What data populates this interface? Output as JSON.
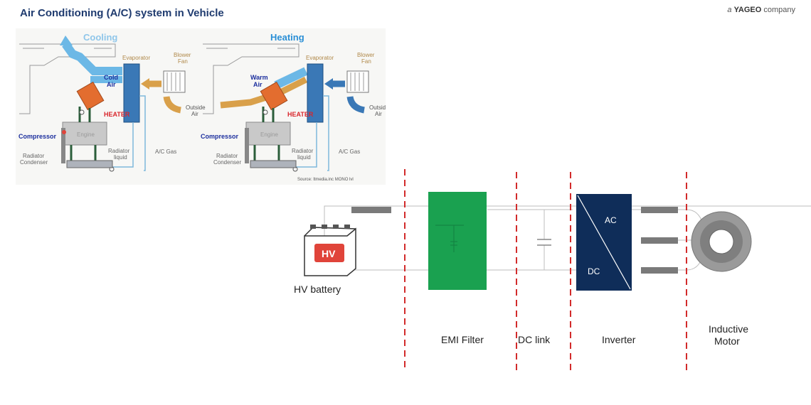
{
  "header": {
    "title": "Air Conditioning (A/C) system in Vehicle",
    "brand_prefix": "a",
    "brand_name": "YAGEO",
    "brand_suffix": "company"
  },
  "ac_diagram": {
    "cooling": {
      "title": "Cooling",
      "evaporator": "Evaporator",
      "blower": [
        "Blower",
        "Fan"
      ],
      "air": [
        "Cold",
        "Air"
      ],
      "heater": "HEATER",
      "outside_air": [
        "Outside",
        "Air"
      ],
      "compressor": "Compressor",
      "engine": "Engine",
      "radiator_liquid": [
        "Radiator",
        "liquid"
      ],
      "radiator_condenser": [
        "Radiator",
        "Condenser"
      ],
      "ac_gas": "A/C Gas"
    },
    "heating": {
      "title": "Heating",
      "evaporator": "Evaporator",
      "blower": [
        "Blower",
        "Fan"
      ],
      "air": [
        "Warm",
        "Air"
      ],
      "heater": "HEATER",
      "outside_air": [
        "Outside",
        "Air"
      ],
      "compressor": "Compressor",
      "engine": "Engine",
      "radiator_liquid": [
        "Radiator",
        "liquid"
      ],
      "radiator_condenser": [
        "Radiator",
        "Condenser"
      ],
      "ac_gas": "A/C Gas"
    },
    "source": "Source: ltmedia.inc MONO lvl"
  },
  "drive_diagram": {
    "battery_badge": "HV",
    "battery_label": "HV battery",
    "emi_label": "EMI Filter",
    "dclink_label": "DC link",
    "inverter_ac": "AC",
    "inverter_dc": "DC",
    "inverter_label": "Inverter",
    "motor_label": [
      "Inductive",
      "Motor"
    ]
  },
  "colors": {
    "title_blue": "#1f3b6f",
    "cooling_title": "#8fc6ea",
    "heating_title": "#2a8fd6",
    "evaporator": "#3a78b6",
    "cold_air": "#6cb8e6",
    "warm_arrow": "#d9a04a",
    "heater_orange": "#e36d2f",
    "heater_text": "#d9262c",
    "compressor_text": "#1c2f9e",
    "engine_fill": "#c9c9c9",
    "pipe_green": "#2b5e3a",
    "label_tan": "#b0894a",
    "emi_green": "#1aa150",
    "inverter_navy": "#0f2d59",
    "divider_red": "#d22b2b",
    "motor_gray": "#9a9a9a"
  }
}
